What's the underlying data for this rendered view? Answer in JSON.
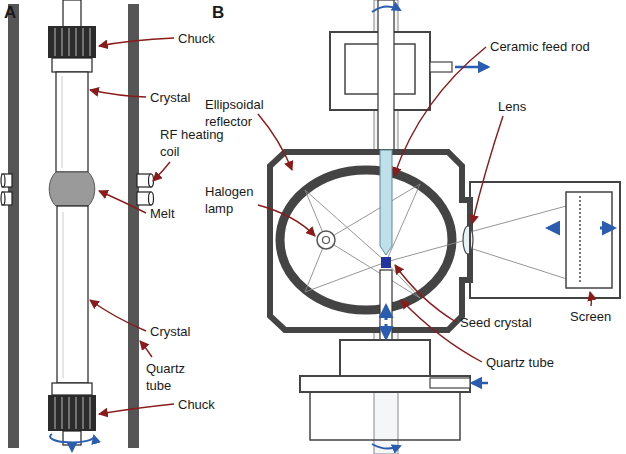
{
  "diagram": {
    "labels": [
      "A",
      "Chuck",
      "Crystal",
      "RF heating coil",
      "Melt",
      "Crystal",
      "Quartz tube",
      "Chuck",
      "B",
      "Ellipsoidal reflector",
      "Ceramic feed rod",
      "Halogen lamp",
      "Lens",
      "Screen",
      "Seed crystal",
      "Quartz tube"
    ]
  }
}
